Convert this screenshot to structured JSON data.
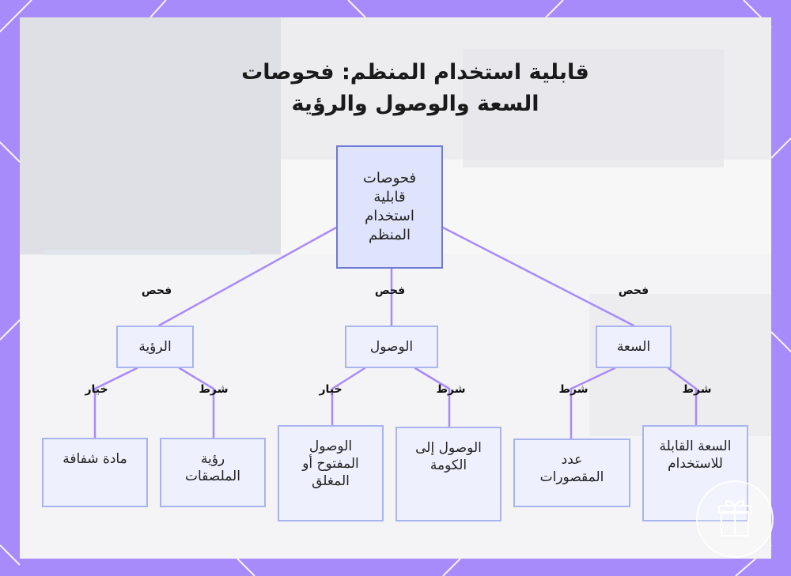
{
  "title_line1": "قابلية استخدام المنظم: فحوصات",
  "title_line2": "السعة والوصول والرؤية",
  "root": {
    "label": "فحوصات قابلية استخدام المنظم"
  },
  "branches": [
    {
      "key": "vision",
      "label": "الرؤية",
      "edge": "فحص",
      "children": [
        {
          "label": "مادة شفافة",
          "edge": "خيار"
        },
        {
          "label": "رؤية الملصقات",
          "edge": "شرط"
        }
      ]
    },
    {
      "key": "access",
      "label": "الوصول",
      "edge": "فحص",
      "children": [
        {
          "label": "الوصول المفتوح أو المغلق",
          "edge": "خيار"
        },
        {
          "label": "الوصول إلى الكومة",
          "edge": "شرط"
        }
      ]
    },
    {
      "key": "capacity",
      "label": "السعة",
      "edge": "فحص",
      "children": [
        {
          "label": "عدد المقصورات",
          "edge": "شرط"
        },
        {
          "label": "السعة القابلة للاستخدام",
          "edge": "شرط"
        }
      ]
    }
  ],
  "colors": {
    "frame": "#a78bfa",
    "connector": "#a78bfa",
    "node_fill": "#eef1fd",
    "node_border": "#a9b4ee",
    "root_fill": "#dfe3fb",
    "root_border": "#6e7ad6"
  }
}
